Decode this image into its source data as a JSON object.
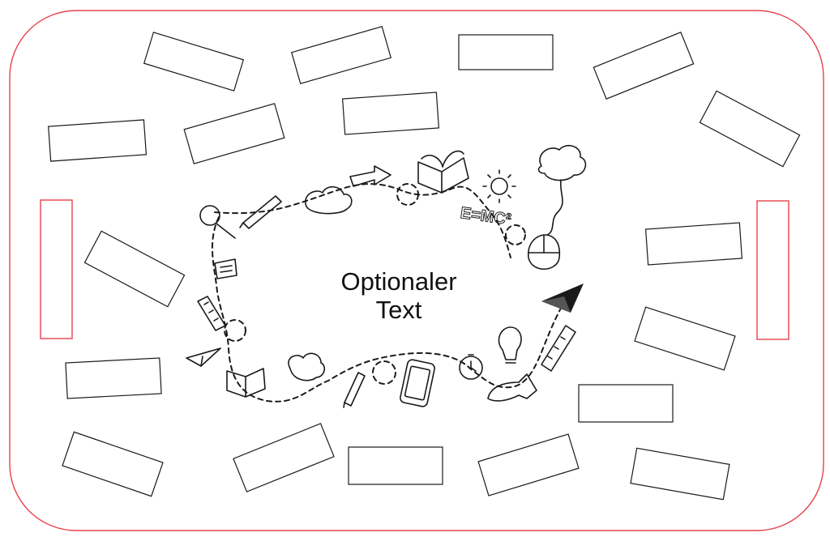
{
  "board": {
    "border_color": "#e8434b",
    "stroke_color": "#1a1a1a",
    "background": "#ffffff"
  },
  "center_text": {
    "line1": "Optionaler",
    "line2": "Text"
  },
  "doodles": {
    "formula": "E=MC²",
    "icons": [
      "magnifier-icon",
      "pencil-icon",
      "cloud-icon",
      "arrow-icon",
      "open-book-icon",
      "sun-icon",
      "formula-icon",
      "thought-cloud-icon",
      "computer-mouse-icon",
      "paper-plane-icon",
      "ruler-icon",
      "lightbulb-icon",
      "stopwatch-icon",
      "smartphone-icon",
      "gear-icon"
    ]
  }
}
